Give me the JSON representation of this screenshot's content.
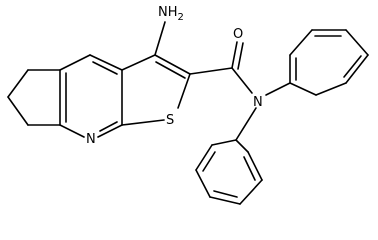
{
  "diagram": {
    "type": "chemical-structure",
    "line_color": "#000000",
    "background": "#ffffff",
    "atom_labels": {
      "amine": "NH",
      "amine_subscript": "2",
      "carbonyl_oxygen": "O",
      "amide_nitrogen": "N",
      "pyridine_nitrogen": "N",
      "thiophene_sulfur": "S"
    }
  }
}
